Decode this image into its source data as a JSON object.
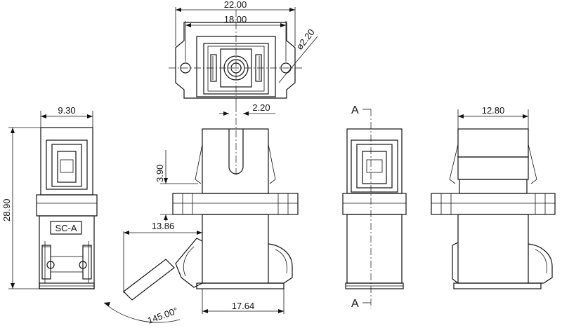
{
  "dimensions": {
    "top_overall_width": "22.00",
    "top_inner_width": "18.00",
    "hole_diameter": "ø2.20",
    "front_width": "9.30",
    "overall_height": "28.90",
    "slot_width": "2.20",
    "slot_depth": "3.90",
    "shutter_reach": "13.86",
    "base_width": "17.64",
    "shutter_angle": "145.00°",
    "right_width": "12.80"
  },
  "labels": {
    "model": "SC-A",
    "section_top": "A",
    "section_bottom": "A"
  }
}
